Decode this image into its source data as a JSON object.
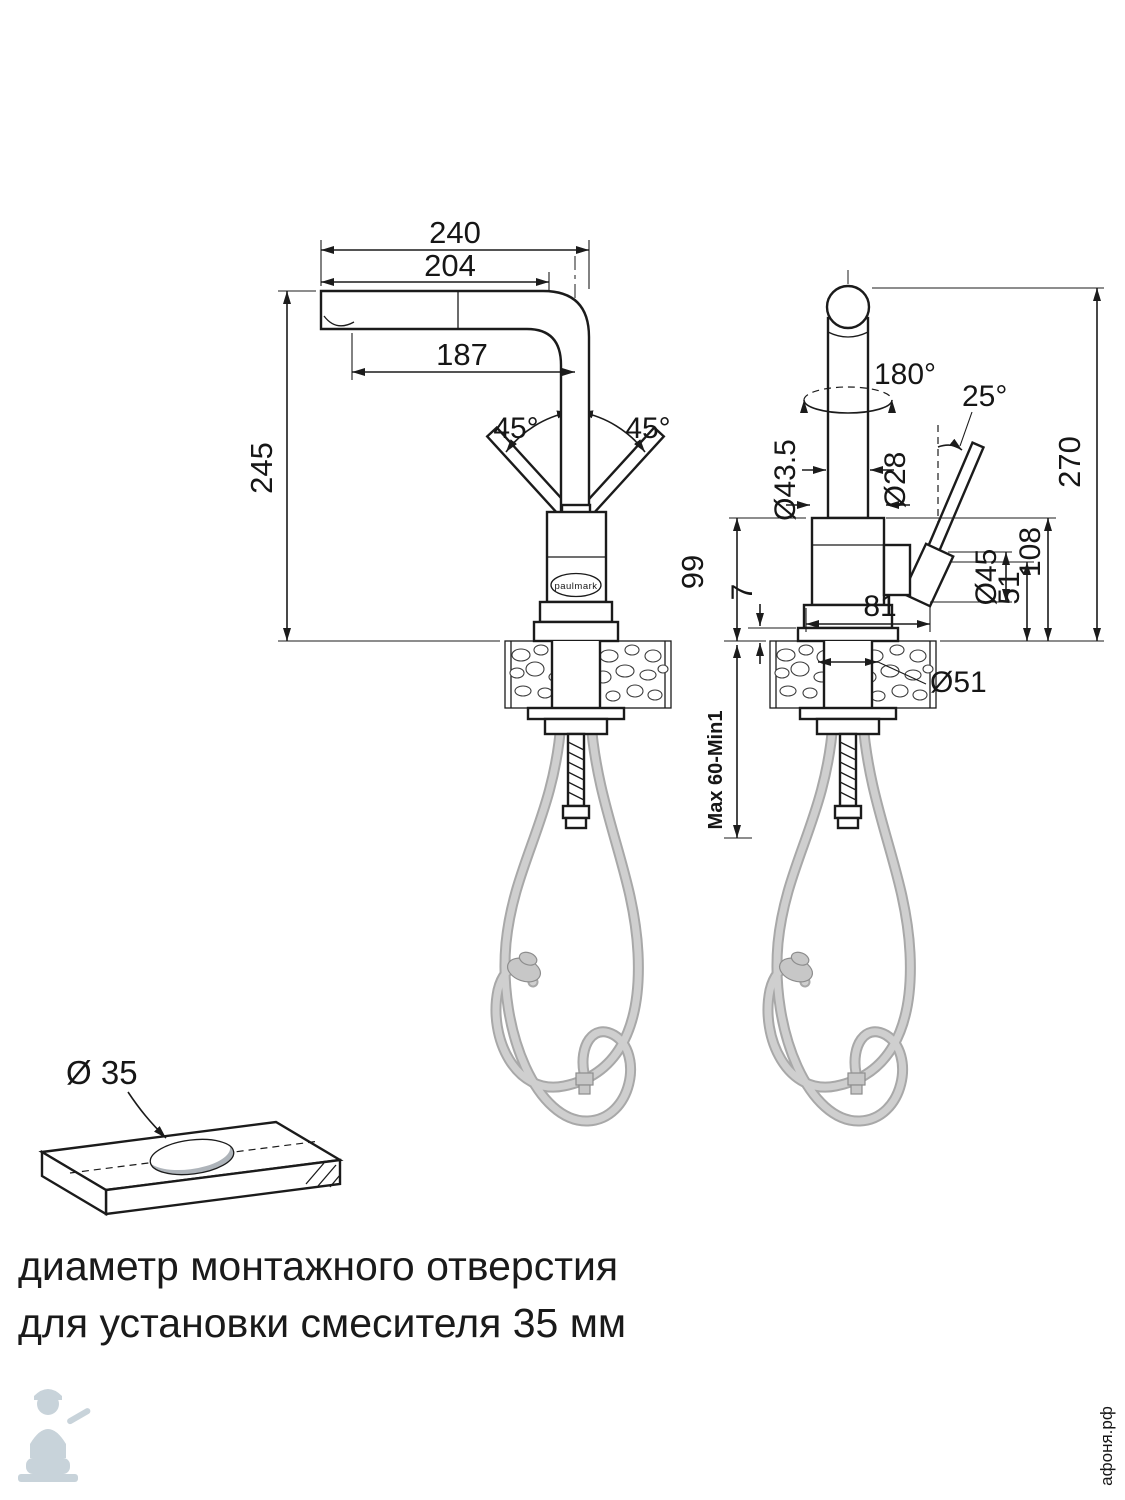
{
  "brand": "paulmark",
  "left_view": {
    "total_length": "240",
    "upper_length": "204",
    "spout_reach": "187",
    "spout_height": "245",
    "handle_swing_left": "45°",
    "handle_swing_right": "45°"
  },
  "right_view": {
    "height_above_counter": "99",
    "base_plate_height": "7",
    "body_diameter": "Ø43.5",
    "pipe_diameter": "Ø28",
    "swivel_angle": "180°",
    "handle_angle": "25°",
    "total_height": "270",
    "dim_108": "108",
    "dim_51": "51",
    "handle_diameter": "Ø45",
    "body_width": "81",
    "base_diameter": "Ø51",
    "counter_thickness_range": "Max 60-Min1"
  },
  "hole_detail": {
    "diameter_label": "Ø 35"
  },
  "caption": {
    "line1": "диаметр монтажного отверстия",
    "line2": "для установки смесителя 35 мм"
  },
  "watermarks": {
    "site": "афоня.рф"
  },
  "colors": {
    "line": "#1b1b1b",
    "hose": "#bcbcbc",
    "watermark": "#c3cfd7"
  }
}
